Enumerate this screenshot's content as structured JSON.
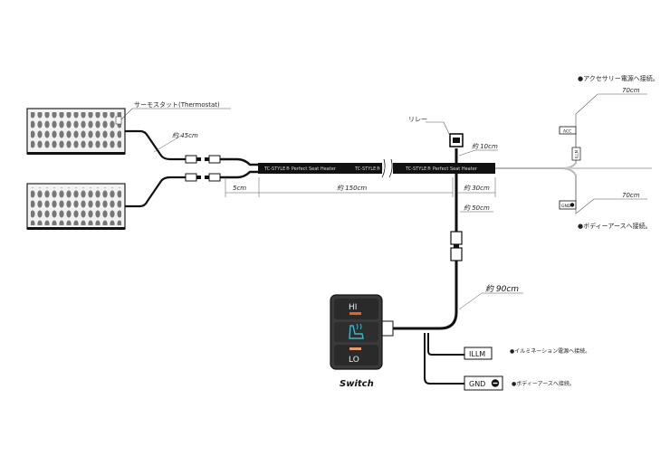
{
  "heater_labels": {
    "thermostat": "サーモスタット(Thermostat)",
    "relay": "リレー"
  },
  "dimensions": {
    "d45": "約 45cm",
    "d5": "5cm",
    "d150": "約 150cm",
    "d10": "約 10cm",
    "d30": "約 30cm",
    "d50": "約 50cm",
    "d90": "約 90cm",
    "d70a": "70cm",
    "d70b": "70cm"
  },
  "cable_tags": [
    "TC-STYLE® Perfect Seat Heater",
    "TC-STYLE® Pe",
    "TC-STYLE® Perfect Seat Heater"
  ],
  "power": {
    "acc_tag": "ACC",
    "acc_note": "●アクセサリー電源へ接続。",
    "gnd_tag": "GND",
    "gnd_note": "●ボディーアースへ接続。",
    "side_tag": "ILLM"
  },
  "switch": {
    "hi": "HI",
    "lo": "LO",
    "caption": "Switch"
  },
  "lower_wires": {
    "illm": "ILLM",
    "illm_note": "●イルミネーション電源へ接続。",
    "gnd": "GND",
    "gnd_note": "●ボディーアースへ接続。"
  },
  "colors": {
    "cable": "#111111",
    "panel": "#f0f0f0",
    "switch_body": "#3a3a3a",
    "hi_led": "#e8641e",
    "lo_led": "#e89a6a",
    "seat_icon": "#3fb6c6"
  }
}
